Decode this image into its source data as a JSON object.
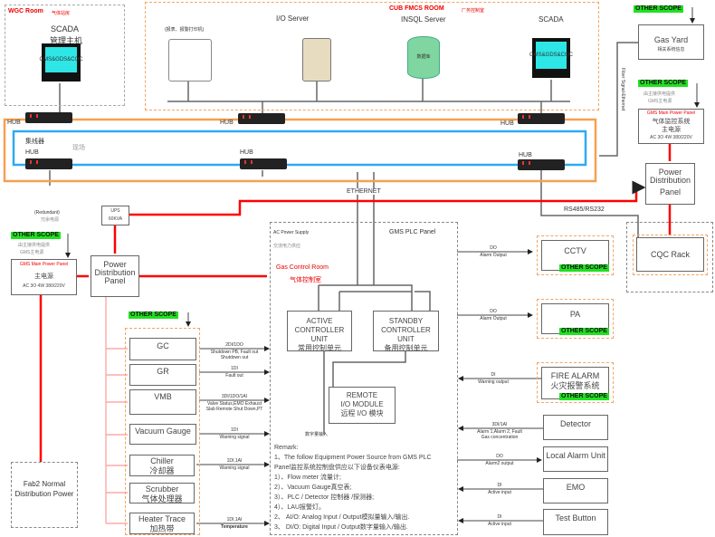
{
  "wgc_room": {
    "label": "WGC Room",
    "label_cn": "气体站房",
    "scada": "SCADA",
    "scada_cn": "管理主机",
    "screen": "GMS&GDS&CQC"
  },
  "cub_room": {
    "label": "CUB FMCS ROOM",
    "label_cn": "厂务控制室",
    "printer": "(报表、报警打印机)",
    "io_server": "I/O Server",
    "insql": "INSQL Server",
    "database": "数据库",
    "scada": "SCADA",
    "screen": "GMS&GDS&CQC"
  },
  "network": {
    "hub": "HUB",
    "hub_cn": "集线器",
    "field_cn": "现场",
    "ethernet": "ETHERNET",
    "fiber": "Fiber Signal-Ethernet",
    "rs": "RS485/RS232"
  },
  "other_scope": "OTHER SCOPE",
  "gas_yard": {
    "label": "Gas Yard",
    "sub": "相关系统信息"
  },
  "right_power": {
    "note1": "由主接供电提供",
    "note2": "GMS主电源",
    "panel": "GMS Main Power Panel",
    "cn1": "气体监控系统",
    "cn2": "主电源",
    "spec": "AC 3O 4W 380/220V",
    "pdp1": "Power",
    "pdp2": "Distribution",
    "pdp3": "Panel",
    "cqc": "CQC Rack"
  },
  "left_power": {
    "redundant": "(Redundant)",
    "redundant_cn": "冗余电源",
    "note1": "由主接供电提供",
    "note2": "GMS主电源",
    "panel": "GMS Main Power Panel",
    "cn": "主电源",
    "spec": "AC 3O 4W 380/220V",
    "ups": "UPS",
    "ups_kva": "60KVA",
    "pdp1": "Power",
    "pdp2": "Distribution",
    "pdp3": "Panel",
    "fab1": "Fab2 Normal",
    "fab2": "Distribution Power"
  },
  "equipment": [
    {
      "name": "GC",
      "cn": "",
      "io": "2DI/1DO",
      "desc": "Shutdown PB, Fault out",
      "desc2": "Shutdown out"
    },
    {
      "name": "GR",
      "cn": "",
      "io": "1DI",
      "desc": "Fault out",
      "desc2": ""
    },
    {
      "name": "VMB",
      "cn": "",
      "io": "3DI/1DO/1AI",
      "desc": "Valve Status,EMO Exhaust",
      "desc2": "Slab Remote Shut Down,PT"
    },
    {
      "name": "Vacuum Gauge",
      "cn": "",
      "io": "1DI",
      "desc": "Warning signal",
      "desc2": ""
    },
    {
      "name": "Chiller",
      "cn": "冷却器",
      "io": "1DI,1AI",
      "desc": "Warning signal",
      "desc2": ""
    },
    {
      "name": "Scrubber",
      "cn": "气体处理器",
      "io": "",
      "desc": "",
      "desc2": ""
    },
    {
      "name": "Heater Trace",
      "cn": "加热带",
      "io": "1DI,1AI",
      "desc": "Temperature",
      "desc2": ""
    }
  ],
  "plc": {
    "ac": "AC Power Supply",
    "ac_cn": "交流电力供应",
    "title": "GMS PLC Panel",
    "room": "Gas Control Room",
    "room_cn": "气体控制室",
    "active1": "ACTIVE",
    "active2": "CONTROLLER UNIT",
    "active_cn": "常用控制单元",
    "standby1": "STANDBY",
    "standby2": "CONTROLLER UNIT",
    "standby_cn": "备用控制单元",
    "remote1": "REMOTE",
    "remote2": "I/O MODULE",
    "remote_cn": "远程 I/O 模块",
    "di_cn": "数字量输入",
    "remarks": [
      "Remark:",
      "1、The follow Equipment Power Source from GMS PLC",
      "Panel监控系统控制盘供应以下设备仪表电源:",
      "1）、Flow meter 流量计;",
      "2）、Vacuum Gauge真空表;",
      "3）、PLC / Detector 控制器 /探测器;",
      "4）、LAU报警灯。",
      "2、 AI/O:  Analog Input / Output模拟量输入/输出.",
      "3、 DI/O:  Digital Input / Output数字量输入/输出."
    ]
  },
  "field": [
    {
      "name": "CCTV",
      "cn": "",
      "io": "DO",
      "desc": "Alarm Output",
      "desc2": "",
      "other": true
    },
    {
      "name": "PA",
      "cn": "",
      "io": "DO",
      "desc": "Alarm Output",
      "desc2": "",
      "other": true
    },
    {
      "name": "FIRE ALARM",
      "cn": "火灾报警系统",
      "io": "DI",
      "desc": "Warning output",
      "desc2": "",
      "other": true
    },
    {
      "name": "Detector",
      "cn": "",
      "io": "3DI/1AI",
      "desc": "Alarm 1,Alarm 2, Fault",
      "desc2": "Gas concentration"
    },
    {
      "name": "Local Alarm Unit",
      "cn": "",
      "io": "DO",
      "desc": "Alarm2 output",
      "desc2": ""
    },
    {
      "name": "EMO",
      "cn": "",
      "io": "DI",
      "desc": "Active input",
      "desc2": ""
    },
    {
      "name": "Test Button",
      "cn": "",
      "io": "DI",
      "desc": "Active input",
      "desc2": ""
    }
  ],
  "colors": {
    "power_line": "#ff0000",
    "ring_outer": "#f5a050",
    "ring_inner": "#2eaaf0",
    "other_scope": "#22e022",
    "screen": "#2ee6e6"
  }
}
